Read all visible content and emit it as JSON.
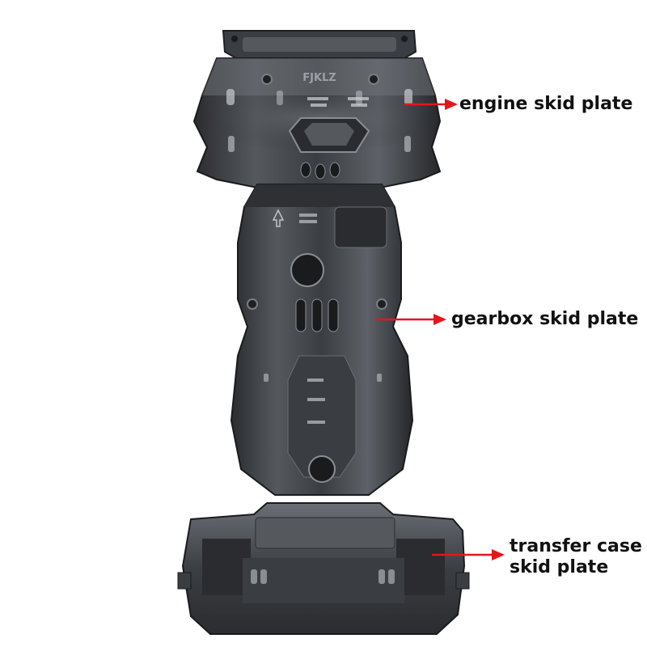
{
  "brand_mark": "FJKLZ",
  "labels": {
    "engine": "engine skid plate",
    "gearbox": "gearbox skid plate",
    "transfer_line1": "transfer case",
    "transfer_line2": "skid plate"
  },
  "colors": {
    "arrow": "#e8141b",
    "plate_dark": "#2b2d30",
    "plate_mid": "#4a4d52",
    "plate_light": "#8a8e94",
    "text": "#111111",
    "background": "#ffffff"
  }
}
